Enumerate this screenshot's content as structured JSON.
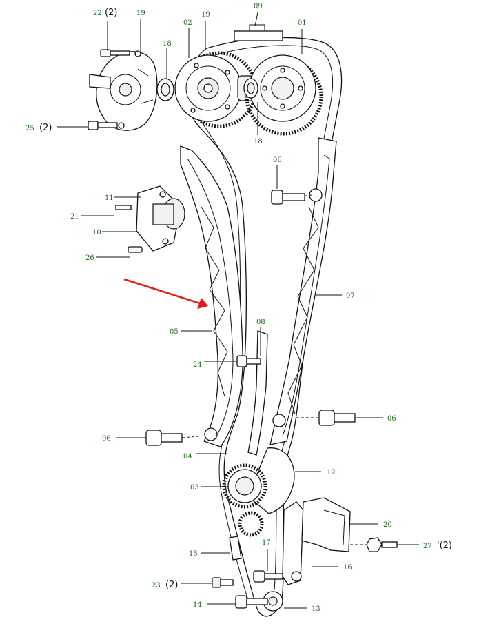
{
  "colors": {
    "label_text": "#1b6b1b",
    "line_art": "#111111",
    "arrow": "#e11b1b"
  },
  "labels": {
    "l01": "01",
    "l02": "02",
    "l03": "03",
    "l04": "04",
    "l05": "05",
    "l06a": "06",
    "l06b": "06",
    "l06c": "06",
    "l07": "07",
    "l08": "08",
    "l09": "09",
    "l10": "10",
    "l11": "11",
    "l12": "12",
    "l13": "13",
    "l14": "14",
    "l15": "15",
    "l16": "16",
    "l17": "17",
    "l18a": "18",
    "l18b": "18",
    "l19a": "19",
    "l19b": "19",
    "l20": "20",
    "l21": "21",
    "l22": "22",
    "l23": "23",
    "l24": "24",
    "l25": "25",
    "l26": "26",
    "l27": "27"
  },
  "quantities": {
    "q22": "(2)",
    "q25": "(2)",
    "q23": "(2)",
    "q27": "'(2)"
  },
  "annotation": {
    "arrow_target": "05"
  }
}
